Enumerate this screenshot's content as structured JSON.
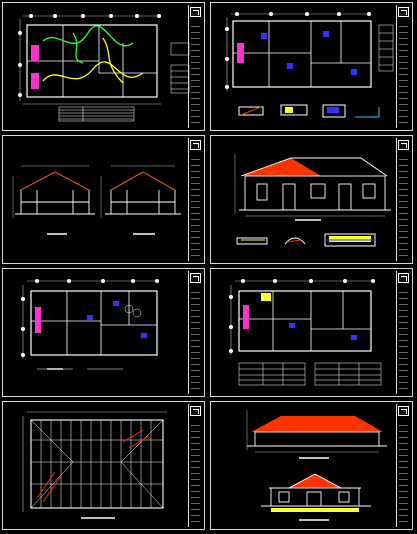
{
  "sheets": [
    {
      "id": "s1",
      "kind": "installation-plan"
    },
    {
      "id": "s2",
      "kind": "plan-with-details"
    },
    {
      "id": "s3",
      "kind": "sections"
    },
    {
      "id": "s4",
      "kind": "elevation-with-details"
    },
    {
      "id": "s5",
      "kind": "floor-plan"
    },
    {
      "id": "s6",
      "kind": "floor-plan-with-schedules"
    },
    {
      "id": "s7",
      "kind": "roof-framing-plan"
    },
    {
      "id": "s8",
      "kind": "elevations"
    }
  ],
  "colors": {
    "background": "#000000",
    "frame": "#d8d8d8",
    "line": "#ffffff",
    "dimension": "#bfbfbf",
    "accent_magenta": "#ff33cc",
    "accent_yellow": "#ffff33",
    "accent_green": "#33ff33",
    "accent_blue": "#3333ff",
    "accent_red": "#ff3300",
    "accent_cyan": "#33ccff"
  }
}
